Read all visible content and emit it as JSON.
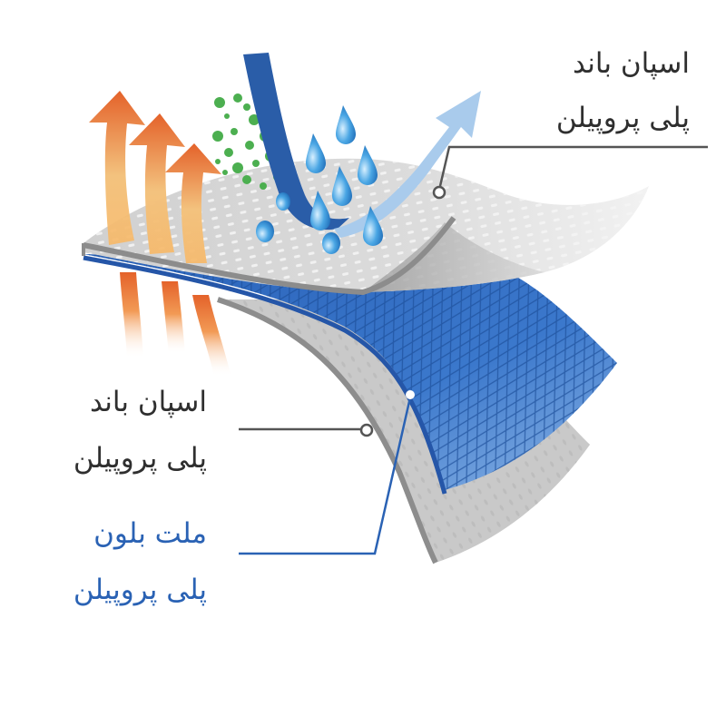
{
  "diagram": {
    "title": "",
    "colors": {
      "background": "#ffffff",
      "label_dark": "#2f2f2f",
      "label_blue": "#2a62b4",
      "leader_dark": "#555555",
      "leader_blue": "#2a62b4",
      "layer_grey": "#d9d9d9",
      "layer_grey_edge": "#9e9e9e",
      "layer_blue": "#2f6cc4",
      "arrow_orange": "#e5692a",
      "arrow_light_orange": "#f4c07a",
      "green_particles": "#4caf50",
      "blue_stream": "#2a5da8",
      "light_blue_arrow": "#a9cbec",
      "water_drop": "#3a96d8"
    },
    "labels": {
      "top_right": {
        "line1": "اسپان باند",
        "line2": "پلی پروپیلن",
        "color": "dark"
      },
      "middle_left": {
        "line1": "اسپان باند",
        "line2": "پلی پروپیلن",
        "color": "dark"
      },
      "bottom_left": {
        "line1": "ملت بلون",
        "line2": "پلی پروپیلن",
        "color": "blue"
      }
    },
    "layers": [
      {
        "name": "top-spunbond-layer",
        "label_ref": "top_right"
      },
      {
        "name": "meltblown-layer",
        "label_ref": "bottom_left"
      },
      {
        "name": "bottom-spunbond-layer",
        "label_ref": "middle_left"
      }
    ],
    "icons": [
      "heat-arrows-icon",
      "green-particles-icon",
      "blue-stream-icon",
      "water-drops-icon",
      "airflow-arrow-icon"
    ]
  }
}
